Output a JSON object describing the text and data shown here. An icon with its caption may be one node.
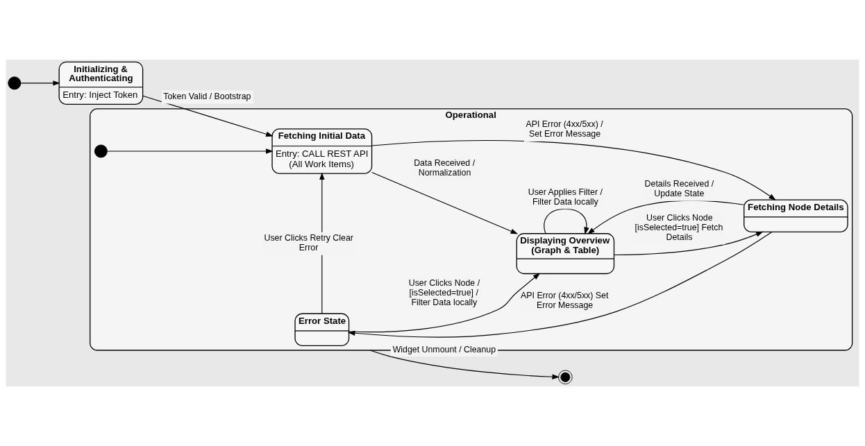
{
  "diagram": {
    "nodes": [
      {
        "text": [],
        "shape": "circle"
      },
      {
        "text": [
          "Initializing & Authenticating",
          "Entry: Inject Token"
        ]
      },
      {
        "text": [
          "Operational"
        ]
      },
      {
        "text": [],
        "shape": "circle",
        "in": 2
      },
      {
        "text": [
          "Fetching Initial Data",
          "Entry: CALL REST API (All Work Items)"
        ],
        "in": 2
      },
      {
        "text": [
          "Displaying Overview (Graph & Table)"
        ],
        "in": 2
      },
      {
        "text": [
          "Fetching Node Details"
        ],
        "in": 2
      },
      {
        "text": [
          "Error State"
        ],
        "in": 2
      },
      {
        "text": [],
        "shape": "circle"
      }
    ],
    "edges": [
      {
        "from": 0,
        "to": 1,
        "arrow": "to"
      },
      {
        "from": 1,
        "to": 4,
        "arrow": "to",
        "label": "Token Valid / Bootstrap"
      },
      {
        "from": 3,
        "to": 4,
        "arrow": "to"
      },
      {
        "from": 4,
        "to": 5,
        "arrow": "to",
        "label": "Data Received / Normalization"
      },
      {
        "from": 5,
        "to": 5,
        "arrow": "to",
        "label": "User Applies Filter / Filter Data locally"
      },
      {
        "from": 5,
        "to": 6,
        "arrow": "to",
        "label": "User Clicks Node [isSelected=true] Fetch Details"
      },
      {
        "from": 6,
        "to": 5,
        "arrow": "to",
        "label": "Details Received / Update State"
      },
      {
        "from": 2,
        "to": 5,
        "arrow": "to",
        "label": "User Clicks Node / [isSelected=true] / Filter Data locally"
      },
      {
        "from": 4,
        "to": 6,
        "arrow": "to",
        "label": "API Error (4xx/5xx) / Set Error Message"
      },
      {
        "from": 6,
        "to": 7,
        "arrow": "to",
        "label": "API Error (4xx/5xx) Set Error Message"
      },
      {
        "from": 7,
        "to": 4,
        "arrow": "to",
        "label": "User Clicks Retry Clear Error"
      },
      {
        "from": 2,
        "to": 8,
        "arrow": "to",
        "label": "Widget Unmount / Cleanup"
      }
    ]
  }
}
